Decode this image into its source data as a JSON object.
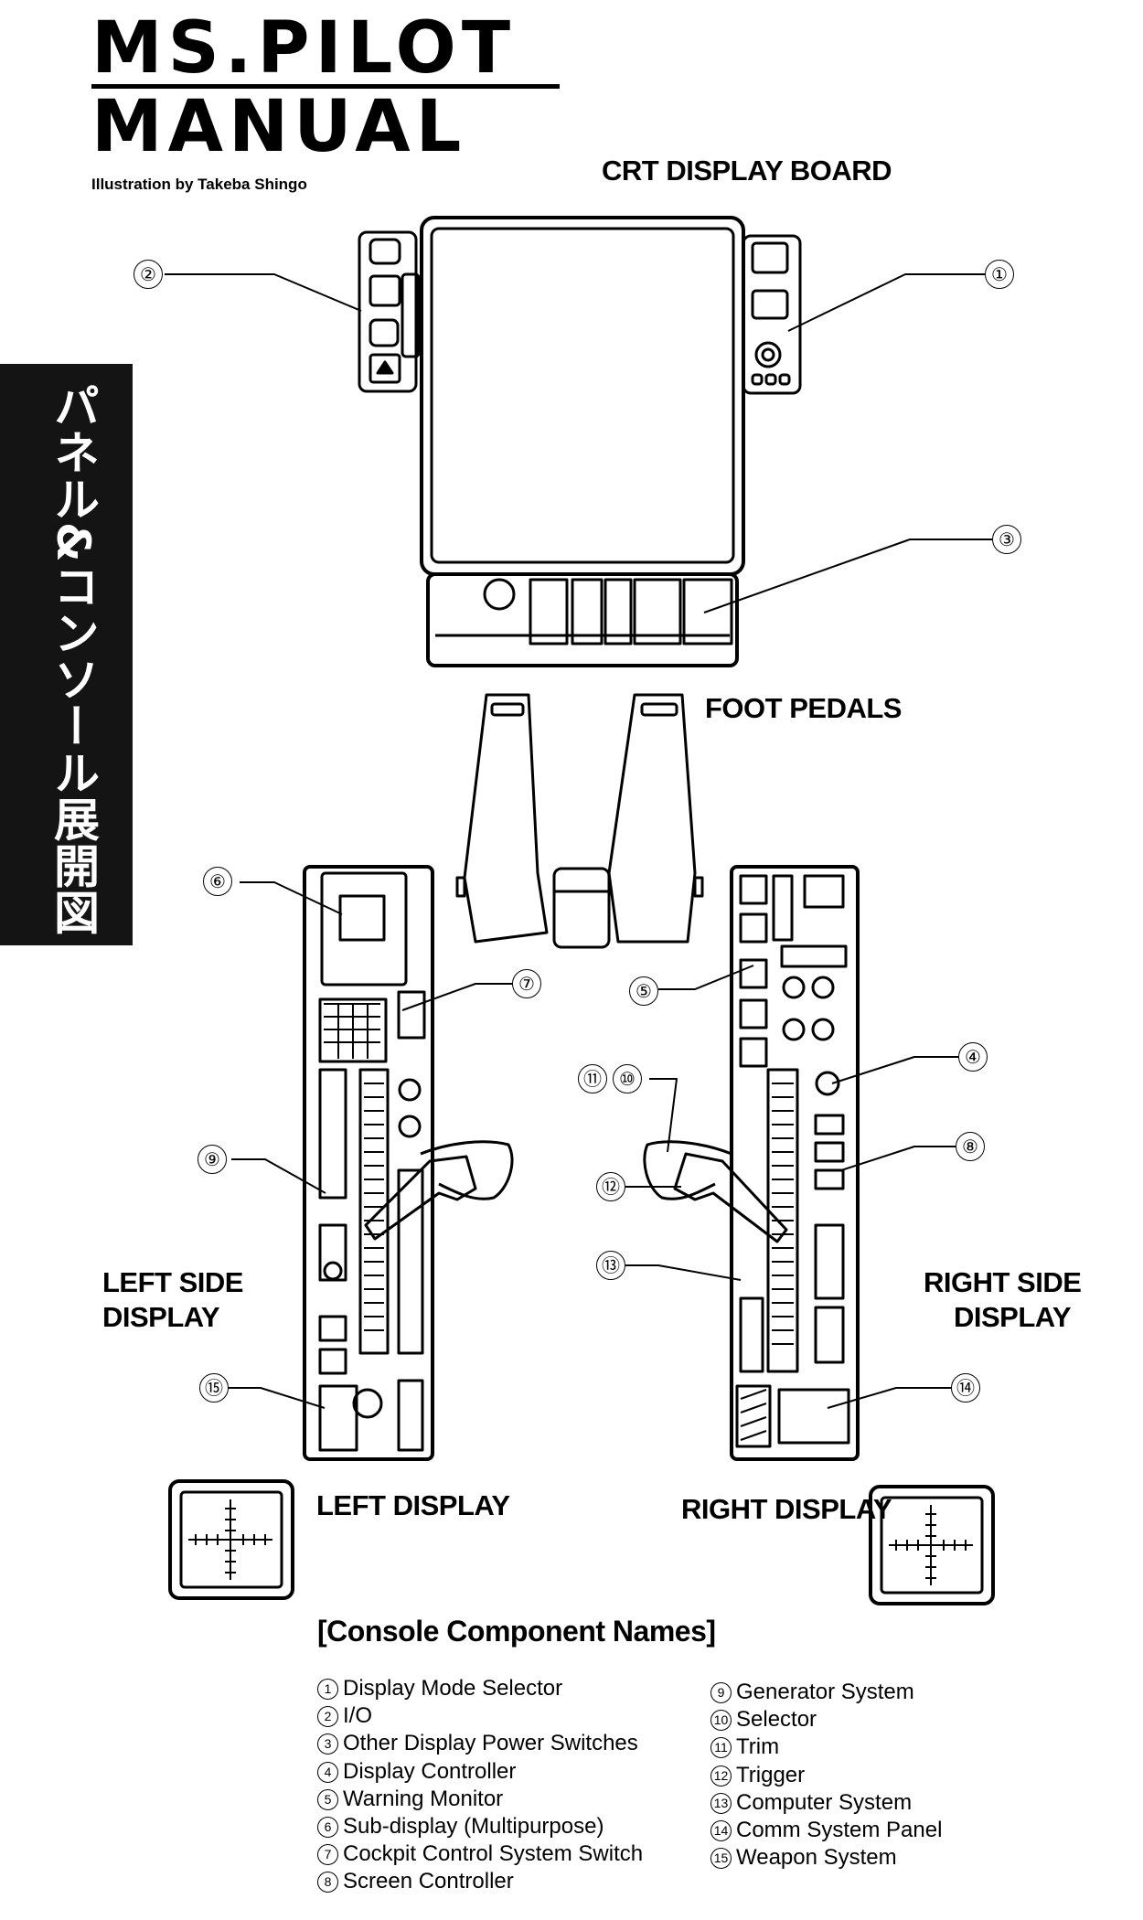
{
  "header": {
    "title_line1": "MS.PILOT",
    "title_line2": "MANUAL",
    "credit": "Illustration by Takeba Shingo"
  },
  "side_band": {
    "text": "パネル&コンソール展開図"
  },
  "headings": {
    "crt": "CRT DISPLAY BOARD",
    "foot": "FOOT PEDALS",
    "left_side_1": "LEFT SIDE",
    "left_side_2": "DISPLAY",
    "right_side_1": "RIGHT SIDE",
    "right_side_2": "DISPLAY",
    "left_display": "LEFT DISPLAY",
    "right_display": "RIGHT DISPLAY"
  },
  "callouts": [
    "①",
    "②",
    "③",
    "④",
    "⑤",
    "⑥",
    "⑦",
    "⑧",
    "⑨",
    "⑩",
    "⑪",
    "⑫",
    "⑬",
    "⑭",
    "⑮"
  ],
  "legend": {
    "title": "[Console Component Names]",
    "left": [
      {
        "n": "1",
        "label": "Display Mode Selector"
      },
      {
        "n": "2",
        "label": "I/O"
      },
      {
        "n": "3",
        "label": "Other Display Power Switches"
      },
      {
        "n": "4",
        "label": "Display Controller"
      },
      {
        "n": "5",
        "label": "Warning Monitor"
      },
      {
        "n": "6",
        "label": "Sub-display (Multipurpose)"
      },
      {
        "n": "7",
        "label": "Cockpit Control System Switch"
      },
      {
        "n": "8",
        "label": "Screen Controller"
      }
    ],
    "right": [
      {
        "n": "9",
        "label": "Generator System"
      },
      {
        "n": "10",
        "label": "Selector"
      },
      {
        "n": "11",
        "label": "Trim"
      },
      {
        "n": "12",
        "label": "Trigger"
      },
      {
        "n": "13",
        "label": "Computer System"
      },
      {
        "n": "14",
        "label": "Comm System Panel"
      },
      {
        "n": "15",
        "label": "Weapon System"
      }
    ]
  }
}
